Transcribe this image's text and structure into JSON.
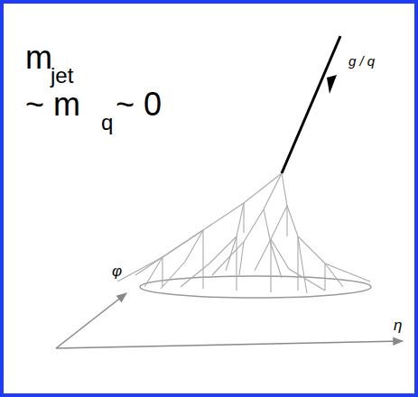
{
  "diagram": {
    "labels": [
      "m",
      "jet",
      "~ m",
      "q",
      "~ 0",
      "g / q",
      "φ",
      "η"
    ]
  }
}
